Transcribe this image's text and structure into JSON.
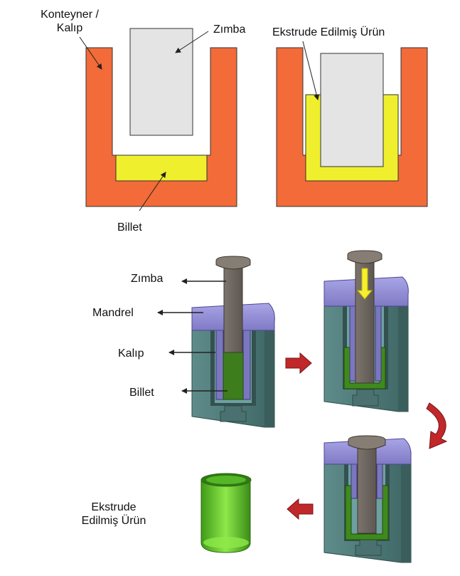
{
  "top_diagram": {
    "labels": {
      "container": "Konteyner /",
      "container_line2": "Kalıp",
      "punch": "Zımba",
      "billet": "Billet",
      "product": "Ekstrude Edilmiş Ürün"
    },
    "colors": {
      "container": "#f26b38",
      "punch": "#e4e4e4",
      "billet": "#f0ef2d"
    }
  },
  "bottom_diagram": {
    "labels": {
      "punch": "Zımba",
      "mandrel": "Mandrel",
      "die": "Kalıp",
      "billet": "Billet",
      "product": "Ekstrude",
      "product_line2": "Edilmiş Ürün"
    },
    "colors": {
      "die": "#4e7a78",
      "mandrel": "#8e89d2",
      "punch": "#6e6660",
      "billet": "#3a7a1a",
      "product": "#6ccf2e",
      "arrow": "#c0282a",
      "down_arrow": "#f5f02a"
    }
  }
}
